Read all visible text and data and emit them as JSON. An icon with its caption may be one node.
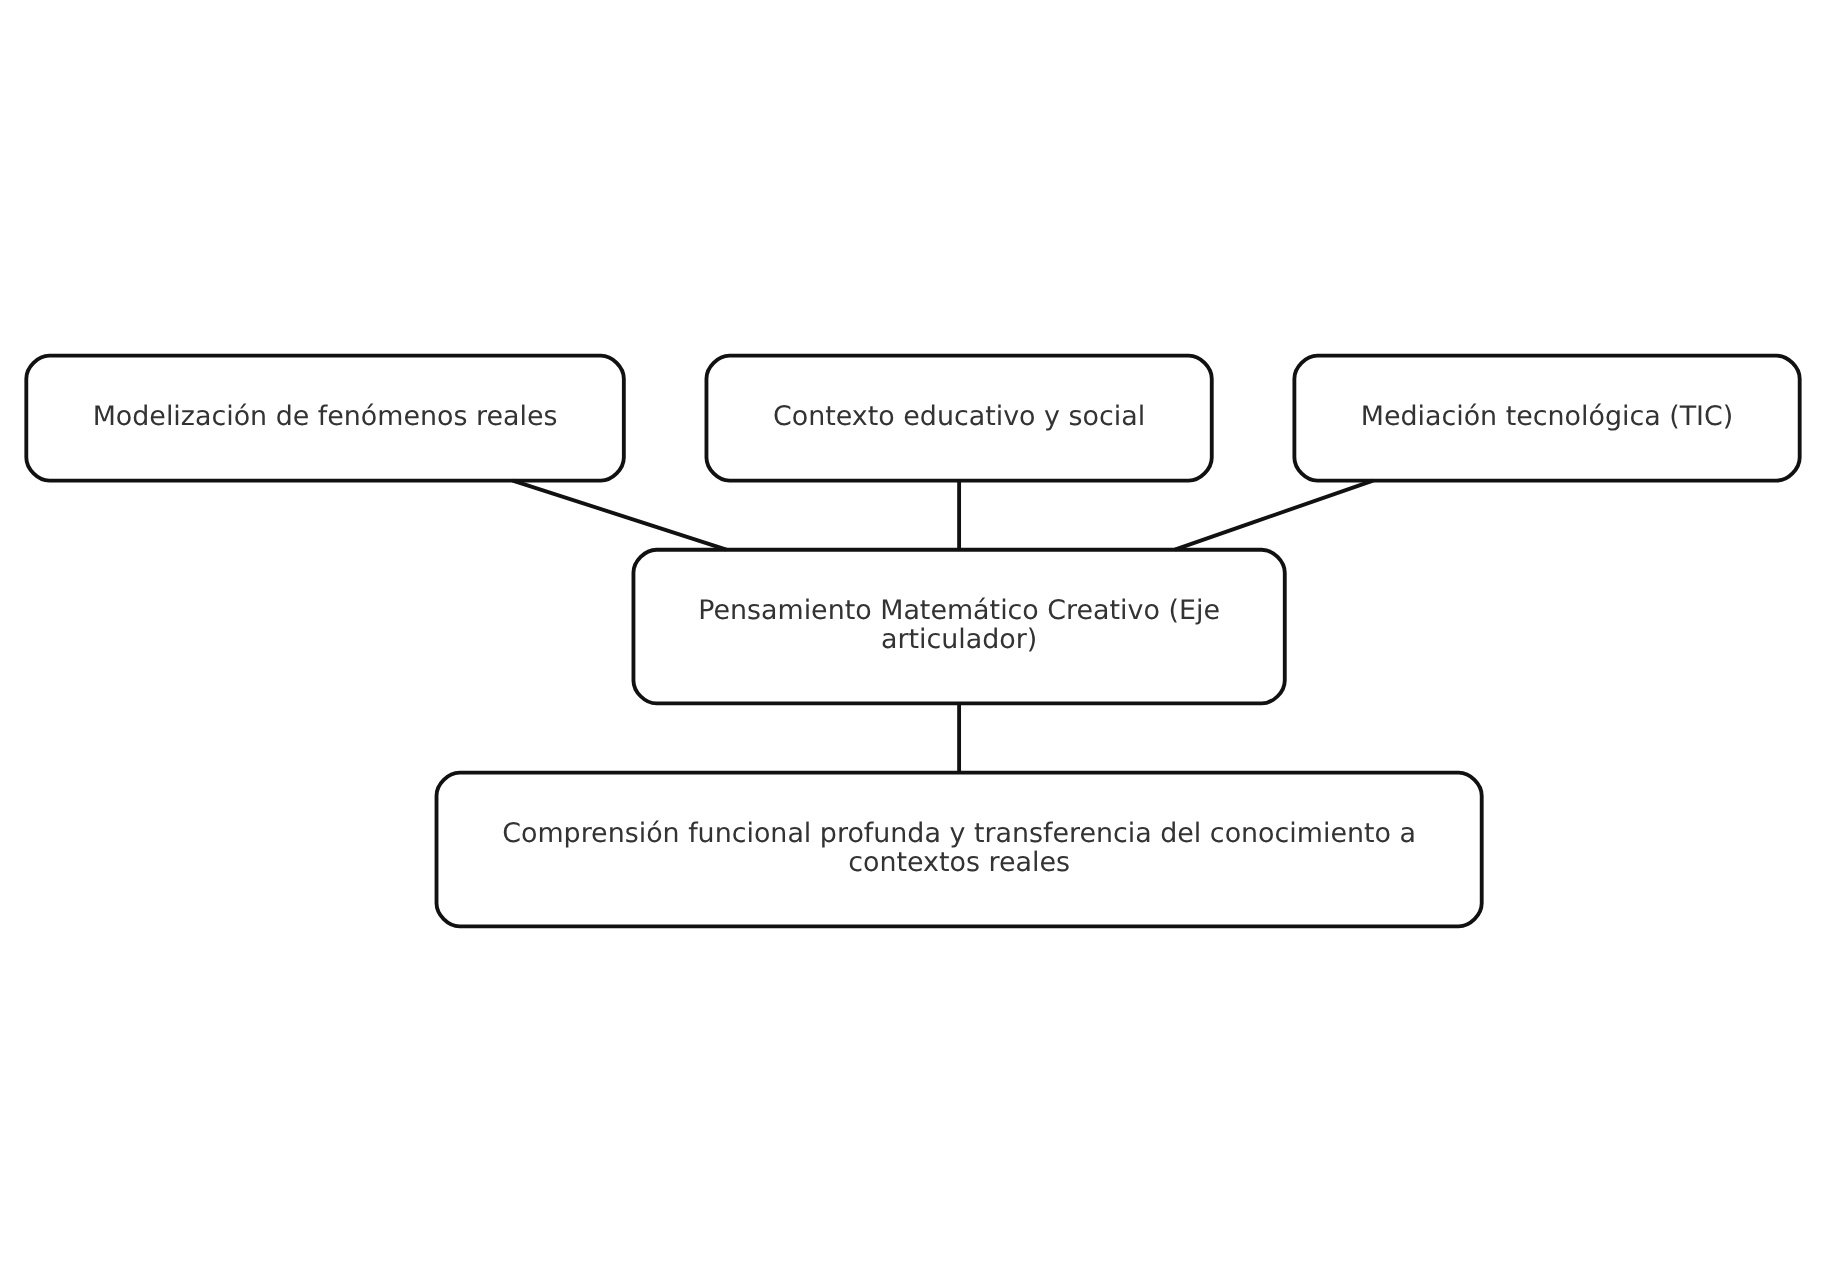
{
  "diagram": {
    "nodes": [
      {
        "text": [
          "Modelización de fenómenos reales"
        ]
      },
      {
        "text": [
          "Pensamiento Matemático Creativo (Eje articulador)"
        ]
      },
      {
        "text": [
          "Contexto educativo y social"
        ]
      },
      {
        "text": [
          "Mediación tecnológica (TIC)"
        ]
      },
      {
        "text": [
          "Comprensión funcional profunda y transferencia del conocimiento a contextos reales"
        ]
      }
    ],
    "edges": [
      {
        "from": 0,
        "to": 1,
        "arrow": "none"
      },
      {
        "from": 2,
        "to": 1,
        "arrow": "none"
      },
      {
        "from": 3,
        "to": 1,
        "arrow": "none"
      },
      {
        "from": 1,
        "to": 4,
        "arrow": "none"
      }
    ]
  }
}
